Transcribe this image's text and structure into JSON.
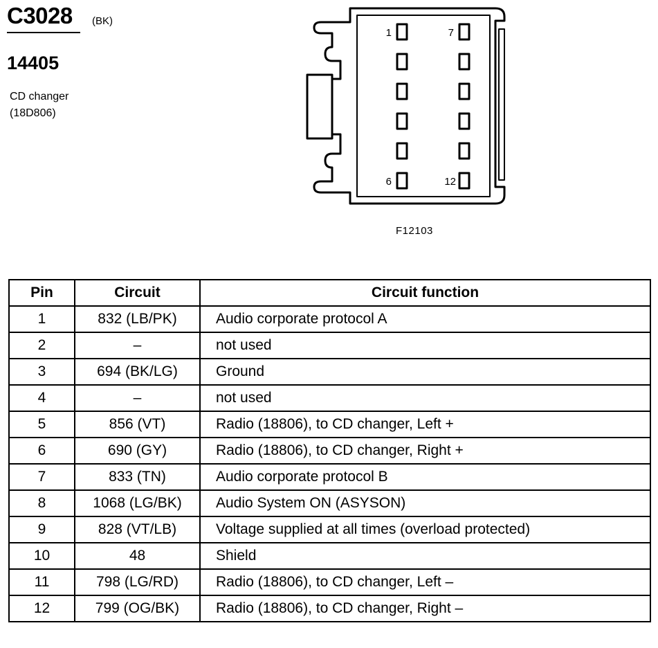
{
  "header": {
    "connector_id": "C3028",
    "connector_color": "(BK)",
    "part_number": "14405",
    "component_name": "CD changer",
    "component_code": "(18D806)"
  },
  "diagram": {
    "figure_id": "F12103",
    "pin_labels": [
      "1",
      "7",
      "6",
      "12"
    ]
  },
  "table": {
    "headers": [
      "Pin",
      "Circuit",
      "Circuit function"
    ],
    "rows": [
      {
        "pin": "1",
        "circuit": "832 (LB/PK)",
        "function": "Audio corporate protocol A"
      },
      {
        "pin": "2",
        "circuit": "–",
        "function": "not used"
      },
      {
        "pin": "3",
        "circuit": "694 (BK/LG)",
        "function": "Ground"
      },
      {
        "pin": "4",
        "circuit": "–",
        "function": "not used"
      },
      {
        "pin": "5",
        "circuit": "856 (VT)",
        "function": "Radio (18806), to CD changer, Left +"
      },
      {
        "pin": "6",
        "circuit": "690 (GY)",
        "function": "Radio (18806), to CD changer, Right +"
      },
      {
        "pin": "7",
        "circuit": "833 (TN)",
        "function": "Audio corporate protocol B"
      },
      {
        "pin": "8",
        "circuit": "1068 (LG/BK)",
        "function": "Audio System ON (ASYSON)"
      },
      {
        "pin": "9",
        "circuit": "828 (VT/LB)",
        "function": "Voltage supplied at all times (overload protected)"
      },
      {
        "pin": "10",
        "circuit": "48",
        "function": "Shield"
      },
      {
        "pin": "11",
        "circuit": "798 (LG/RD)",
        "function": "Radio (18806), to CD changer, Left –"
      },
      {
        "pin": "12",
        "circuit": "799 (OG/BK)",
        "function": "Radio (18806), to CD changer, Right –"
      }
    ]
  }
}
